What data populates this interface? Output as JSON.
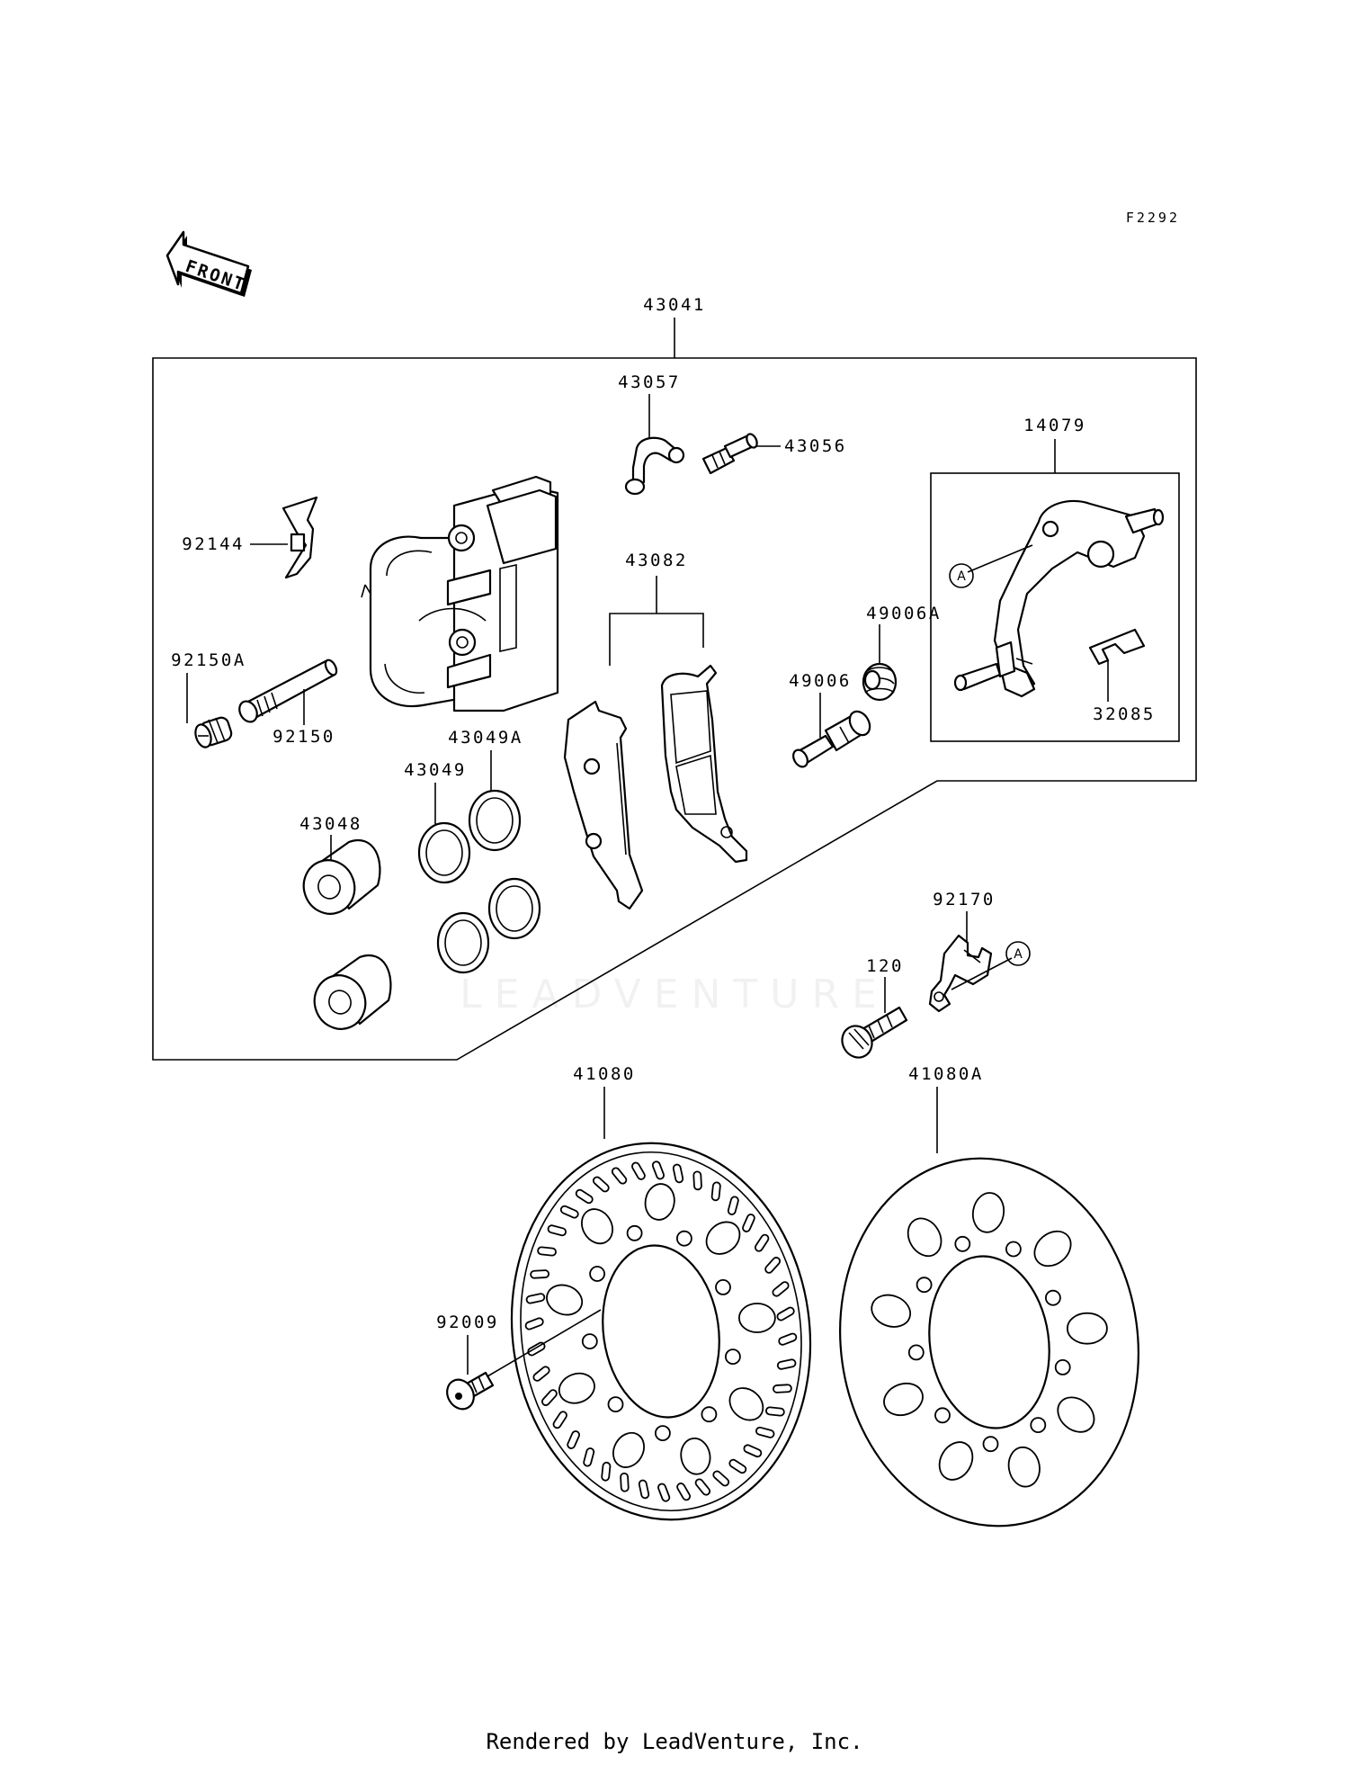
{
  "diagram_code": "F2292",
  "front_label": "FRONT",
  "watermark": "LEADVENTURE",
  "footer": "Rendered by LeadVenture, Inc.",
  "reference_marker": "A",
  "parts": {
    "caliper_assembly": "43041",
    "hose_clip": "43057",
    "bleed_valve": "43056",
    "bracket_assembly": "14079",
    "pad_spring_clip": "92144",
    "pad_pin_plug": "92150A",
    "pad_pin": "92150",
    "pad_set": "43082",
    "boot_a": "49006A",
    "slide_pin": "49006",
    "pad_spring": "32085",
    "seal_a": "43049A",
    "seal": "43049",
    "piston": "43048",
    "hose_bracket": "92170",
    "bolt": "120",
    "disc": "41080",
    "disc_a": "41080A",
    "disc_bolt": "92009"
  }
}
